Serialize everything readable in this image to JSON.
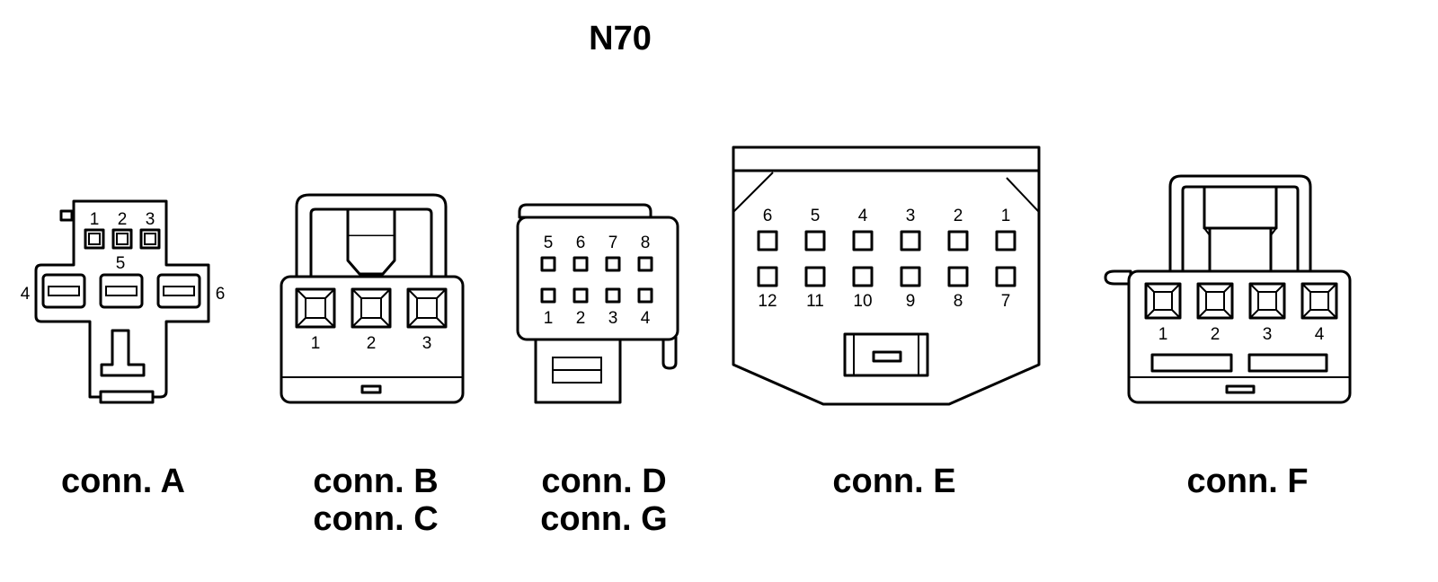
{
  "title": "N70",
  "connectors": {
    "A": {
      "labels": [
        "conn. A"
      ],
      "pins": {
        "p1": "1",
        "p2": "2",
        "p3": "3",
        "p4": "4",
        "p5": "5",
        "p6": "6"
      }
    },
    "BC": {
      "labels": [
        "conn. B",
        "conn. C"
      ],
      "pins": {
        "p1": "1",
        "p2": "2",
        "p3": "3"
      }
    },
    "DG": {
      "labels": [
        "conn. D",
        "conn. G"
      ],
      "pins": {
        "p1": "1",
        "p2": "2",
        "p3": "3",
        "p4": "4",
        "p5": "5",
        "p6": "6",
        "p7": "7",
        "p8": "8"
      }
    },
    "E": {
      "labels": [
        "conn. E"
      ],
      "pins": {
        "p1": "1",
        "p2": "2",
        "p3": "3",
        "p4": "4",
        "p5": "5",
        "p6": "6",
        "p7": "7",
        "p8": "8",
        "p9": "9",
        "p10": "10",
        "p11": "11",
        "p12": "12"
      }
    },
    "F": {
      "labels": [
        "conn. F"
      ],
      "pins": {
        "p1": "1",
        "p2": "2",
        "p3": "3",
        "p4": "4"
      }
    }
  }
}
